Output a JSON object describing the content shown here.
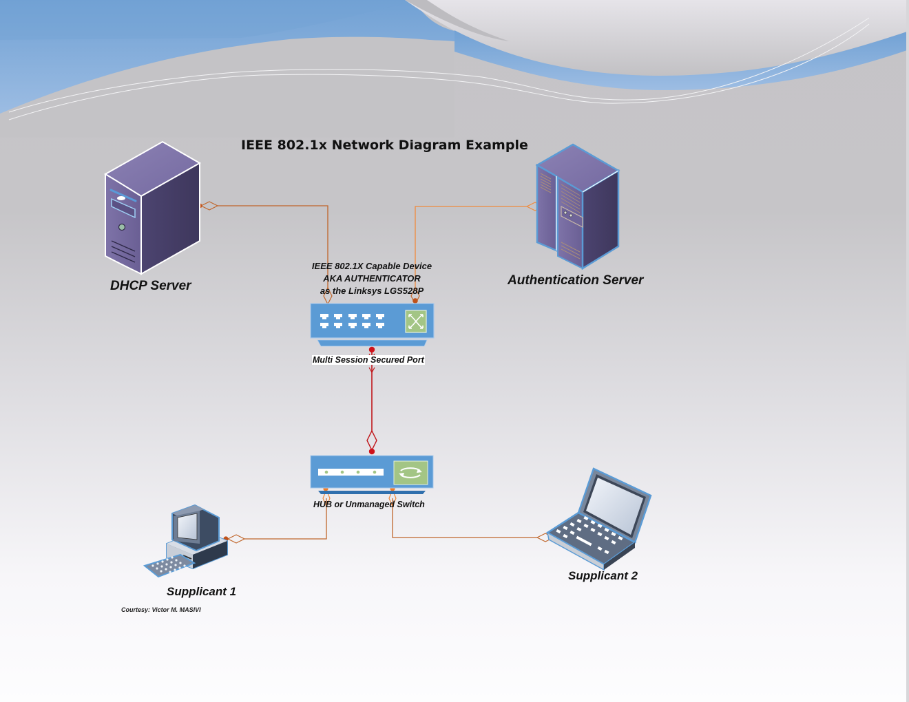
{
  "diagram": {
    "title": "IEEE 802.1x Network Diagram Example",
    "nodes": {
      "dhcp_server": {
        "label": "DHCP Server",
        "icon": "tower-server-icon"
      },
      "auth_server": {
        "label": "Authentication Server",
        "icon": "rack-server-icon"
      },
      "authenticator": {
        "label_lines": [
          "IEEE 802.1X Capable Device",
          "AKA AUTHENTICATOR",
          "as the Linksys LGS528P"
        ],
        "port_label": "Multi Session Secured Port",
        "icon": "managed-switch-icon"
      },
      "hub": {
        "label": "HUB or Unmanaged Switch",
        "icon": "hub-icon"
      },
      "supplicant1": {
        "label": "Supplicant 1",
        "icon": "desktop-computer-icon"
      },
      "supplicant2": {
        "label": "Supplicant 2",
        "icon": "laptop-icon"
      }
    },
    "edges": [
      {
        "from": "dhcp_server",
        "to": "authenticator",
        "color": "#c0652a"
      },
      {
        "from": "auth_server",
        "to": "authenticator",
        "color": "#f08a3c"
      },
      {
        "from": "authenticator",
        "to": "hub",
        "color": "#c0171b"
      },
      {
        "from": "hub",
        "to": "supplicant1",
        "color": "#c0652a"
      },
      {
        "from": "hub",
        "to": "supplicant2",
        "color": "#c0652a"
      }
    ],
    "courtesy": "Courtesy: Victor M. MASIVI"
  },
  "colors": {
    "banner_blue": "#7ba7d8",
    "background_gray": "#c4c3c6",
    "server_purple": "#6e6496",
    "switch_blue": "#5b9bd5",
    "switch_green": "#a3c585"
  }
}
